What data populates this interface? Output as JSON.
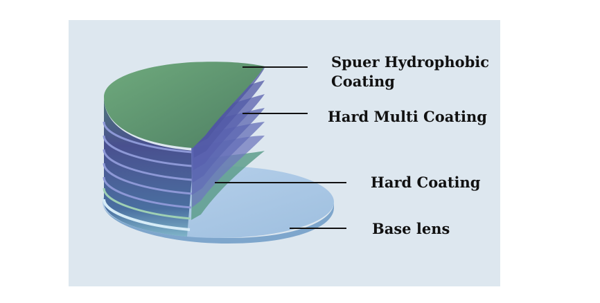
{
  "labels": {
    "hydrophobic": {
      "line1": "Spuer Hydrophobic",
      "line2": "Coating"
    },
    "hard_multi": "Hard Multi Coating",
    "hard": "Hard Coating",
    "base": "Base lens"
  },
  "colors": {
    "background_panel": "#dde7ef",
    "hydrophobic_layer": "#6ea97b",
    "multi_layers": "#5b65b0",
    "hard_layer": "#5e9e8c",
    "base_lens": "#a9c6e4",
    "leader_lines": "#111111",
    "text": "#111111"
  },
  "multi_layer_count": 6
}
